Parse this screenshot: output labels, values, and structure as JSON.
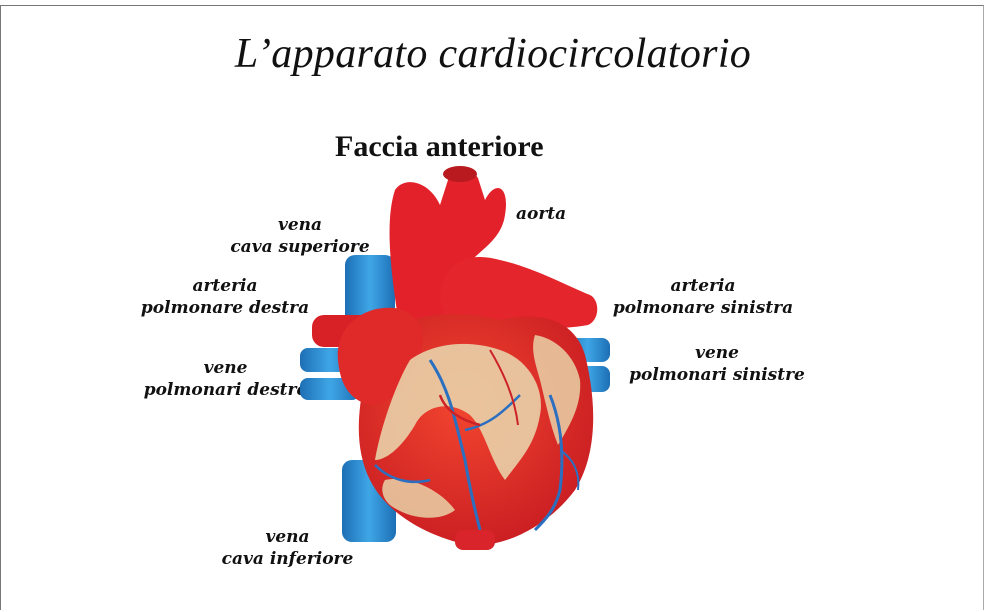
{
  "slide": {
    "title": "L’apparato cardiocircolatorio"
  },
  "figure": {
    "subtitle": "Faccia anteriore",
    "labels": {
      "vena_cava_superiore": [
        "vena",
        "cava superiore"
      ],
      "aorta": [
        "aorta"
      ],
      "arteria_polmonare_destra": [
        "arteria",
        "polmonare destra"
      ],
      "arteria_polmonare_sinistra": [
        "arteria",
        "polmonare sinistra"
      ],
      "vene_polmonari_destre": [
        "vene",
        "polmonari destre"
      ],
      "vene_polmonari_sinistre": [
        "vene",
        "polmonari sinistre"
      ],
      "vena_cava_inferiore": [
        "vena",
        "cava inferiore"
      ]
    },
    "colors": {
      "artery_red": "#e8202a",
      "vein_blue": "#2b8ed6",
      "fat_beige": "#e9d2a8"
    }
  }
}
